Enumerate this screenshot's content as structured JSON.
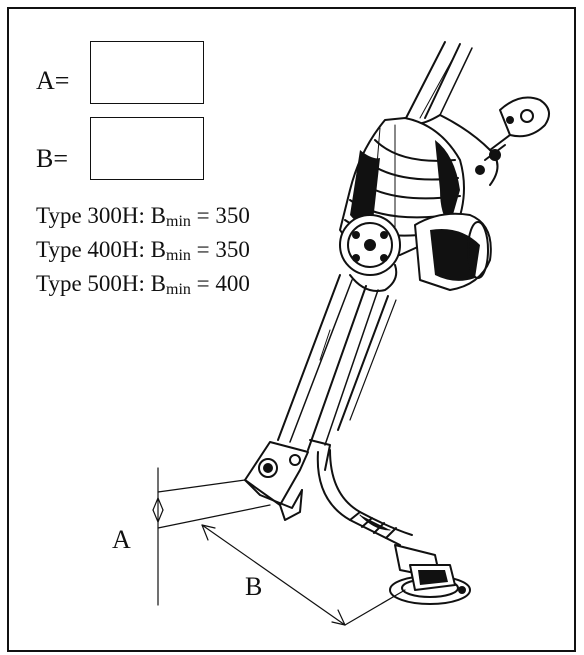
{
  "inputs": {
    "a_label": "A=",
    "a_value": "",
    "b_label": "B=",
    "b_value": ""
  },
  "types": [
    {
      "type": "Type 300H:",
      "b": "B",
      "sub": "min",
      "value": "= 350"
    },
    {
      "type": "Type 400H:",
      "b": "B",
      "sub": "min",
      "value": "= 350"
    },
    {
      "type": "Type 500H:",
      "b": "B",
      "sub": "min",
      "value": "= 400"
    }
  ],
  "dimensions": {
    "a": "A",
    "b": "B"
  }
}
